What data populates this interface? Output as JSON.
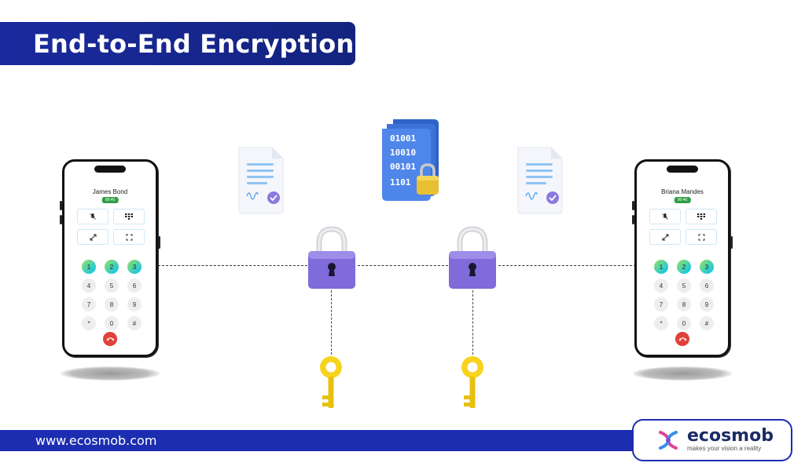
{
  "title": "End-to-End Encryption",
  "footer": {
    "url": "www.ecosmob.com"
  },
  "brand": {
    "name": "ecosmob",
    "tagline": "makes your vision a reality"
  },
  "binary_lines": [
    "01001",
    "10010",
    "00101",
    "1101"
  ],
  "phones": {
    "left": {
      "caller": "James Bond",
      "timer": "00:40"
    },
    "right": {
      "caller": "Briana Mandes",
      "timer": "00:40"
    }
  },
  "keypad": [
    "1",
    "2",
    "3",
    "4",
    "5",
    "6",
    "7",
    "8",
    "9",
    "*",
    "0",
    "#"
  ],
  "icons": {
    "mute": "mic-off-icon",
    "dialpad": "dialpad-icon",
    "shrink": "shrink-icon",
    "expand": "expand-icon",
    "hangup": "phone-hangup-icon",
    "lock": "padlock-icon",
    "key": "key-icon",
    "document": "signed-document-icon"
  },
  "colors": {
    "banner": "#1a2a9e",
    "lock_body": "#7f6bd9",
    "key": "#f7d31e",
    "document_lines": "#8fc4f4",
    "binary_file": "#3f7fe6",
    "hangup": "#e0413a"
  }
}
